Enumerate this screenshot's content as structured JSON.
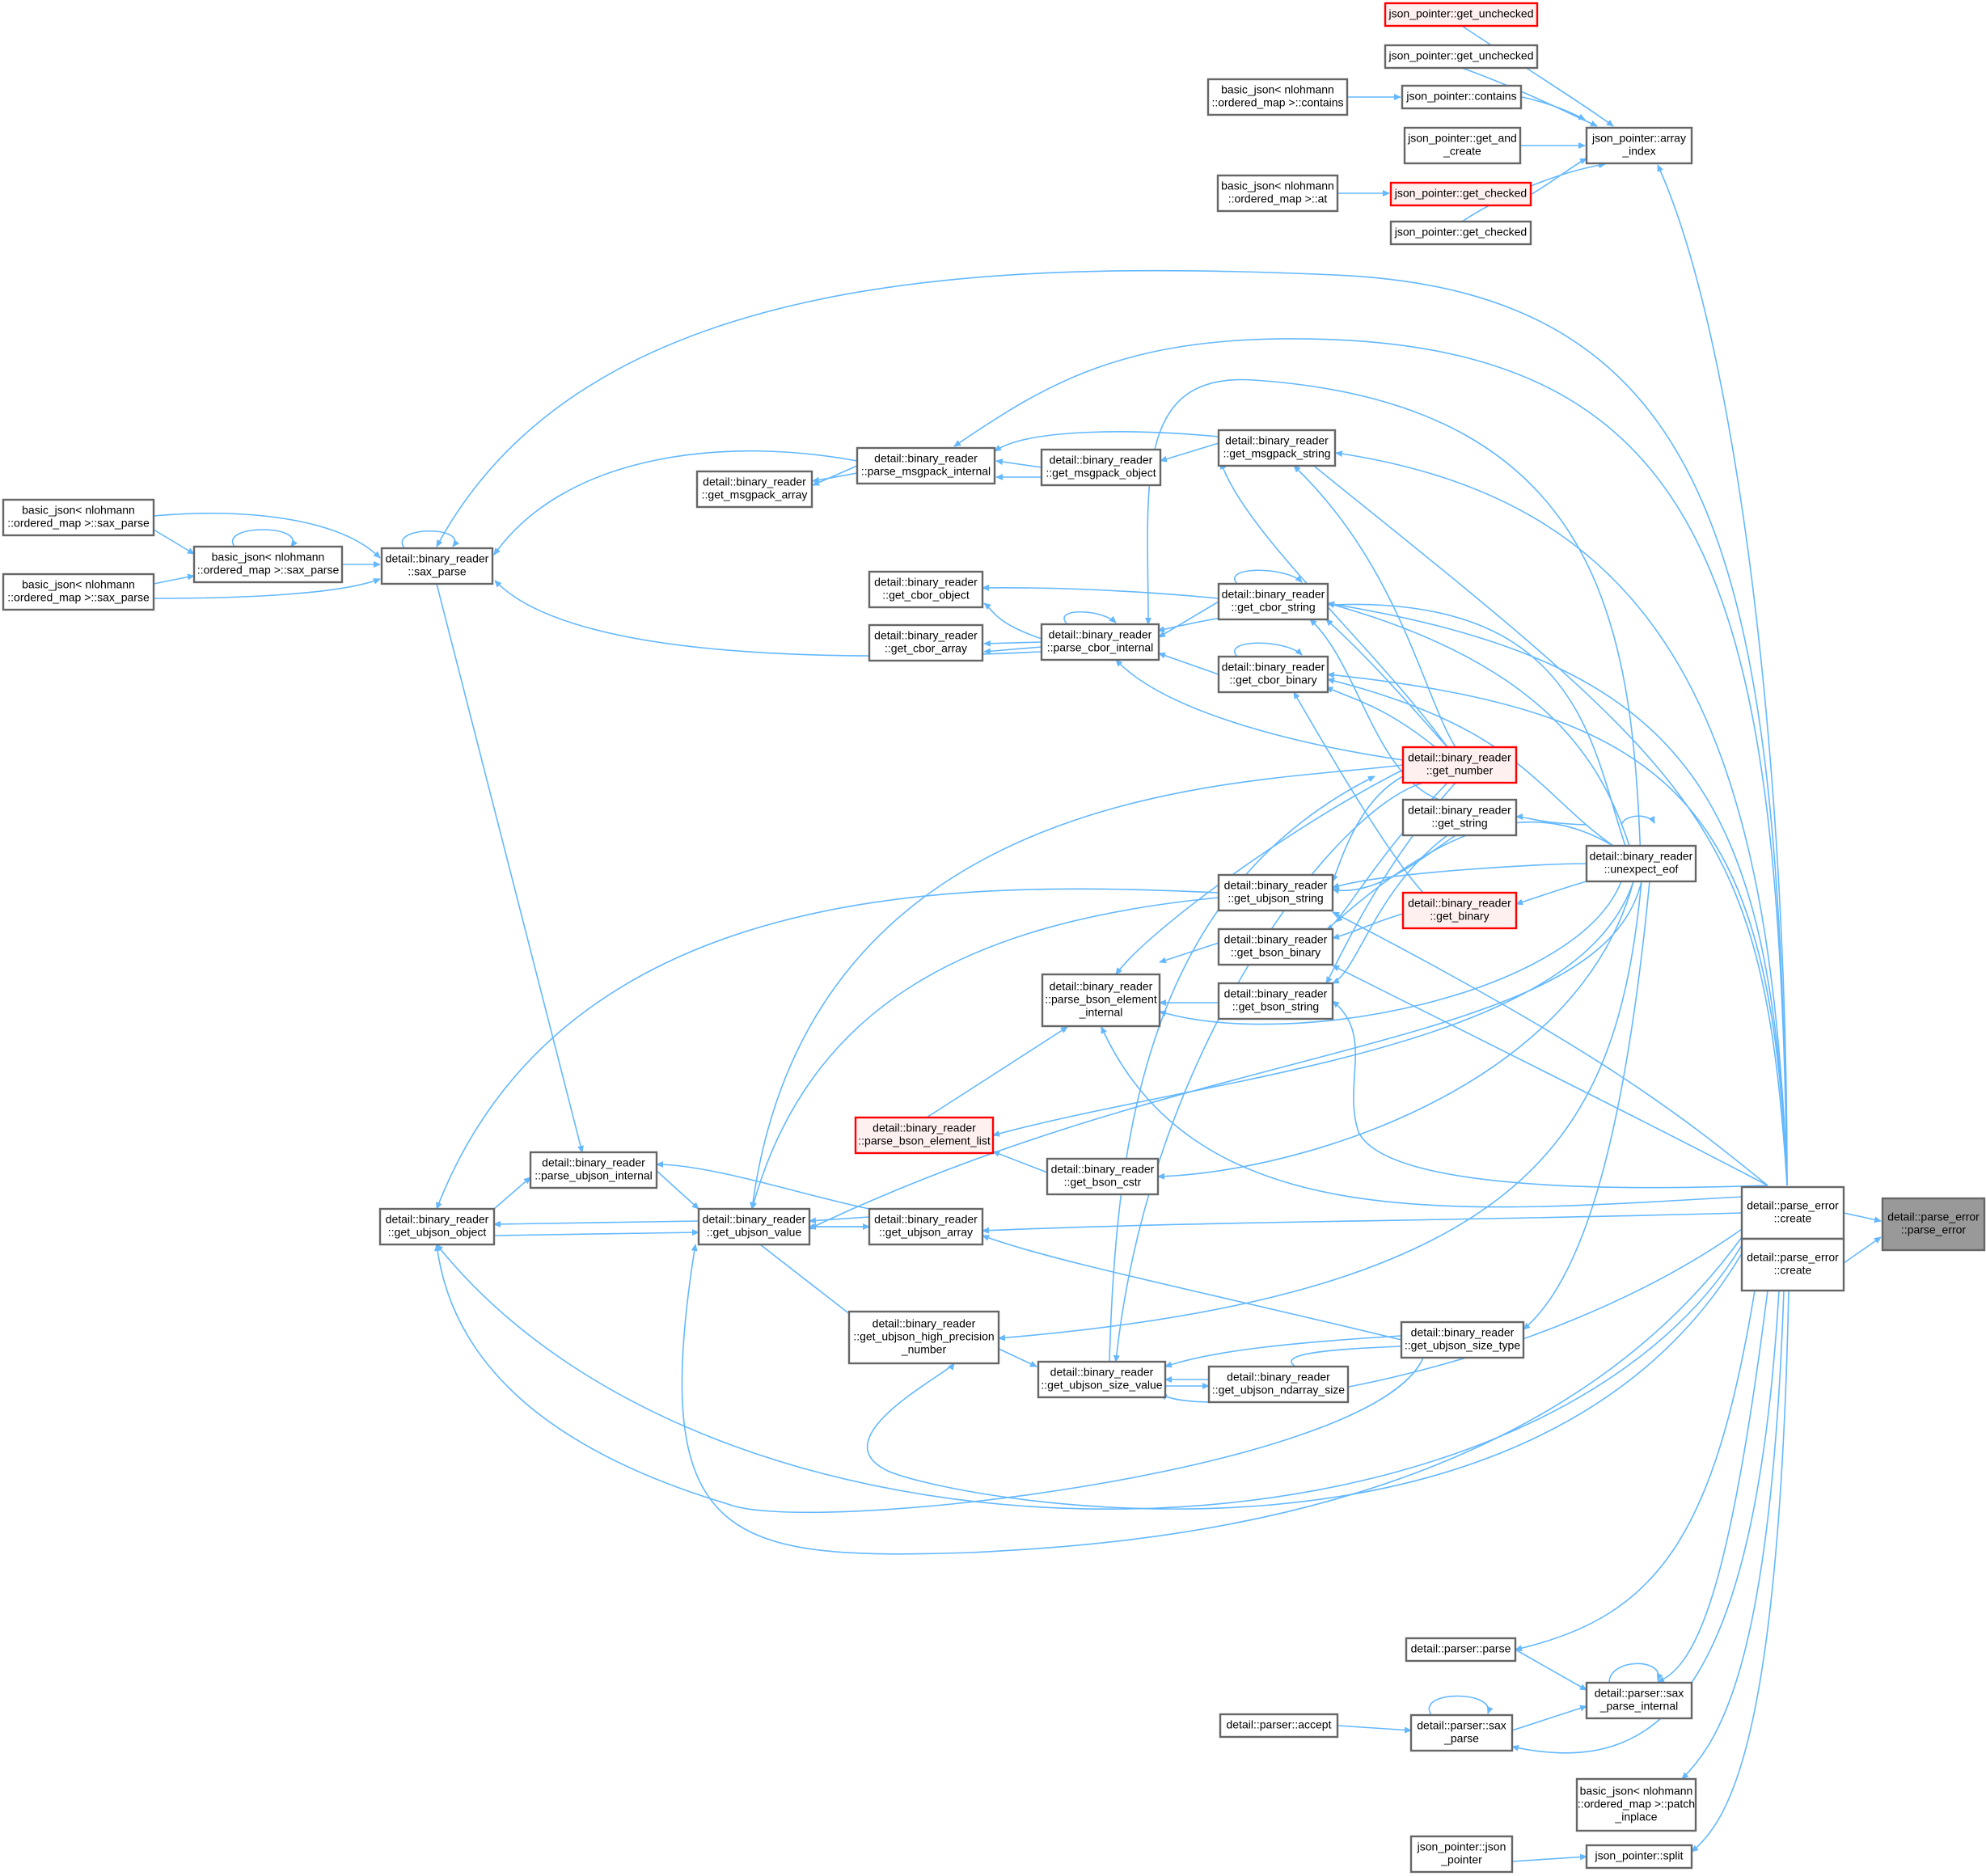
{
  "colors": {
    "edge": "#63b8ff",
    "node_border": "#666666",
    "node_fill": "#ffffff",
    "red_border": "#ff0000",
    "red_fill": "#fff0f0",
    "focus_fill": "#999999",
    "focus_border": "#666666"
  },
  "nodes": [
    {
      "id": "n_parse_error",
      "lines": [
        "detail::parse_error",
        "::parse_error"
      ],
      "style": "focus"
    },
    {
      "id": "n_pe_create1",
      "lines": [
        "detail::parse_error",
        "::create"
      ],
      "style": "normal"
    },
    {
      "id": "n_pe_create2",
      "lines": [
        "detail::parse_error",
        "::create"
      ],
      "style": "normal"
    },
    {
      "id": "n_jp_get_unchecked_red",
      "lines": [
        "json_pointer::get_unchecked"
      ],
      "style": "red"
    },
    {
      "id": "n_jp_get_unchecked",
      "lines": [
        "json_pointer::get_unchecked"
      ],
      "style": "normal"
    },
    {
      "id": "n_jp_contains",
      "lines": [
        "json_pointer::contains"
      ],
      "style": "normal"
    },
    {
      "id": "n_bj_contains",
      "lines": [
        "basic_json< nlohmann",
        "::ordered_map >::contains"
      ],
      "style": "normal"
    },
    {
      "id": "n_jp_get_and_create",
      "lines": [
        "json_pointer::get_and",
        "_create"
      ],
      "style": "normal"
    },
    {
      "id": "n_jp_get_checked_red",
      "lines": [
        "json_pointer::get_checked"
      ],
      "style": "red"
    },
    {
      "id": "n_bj_at",
      "lines": [
        "basic_json< nlohmann",
        "::ordered_map >::at"
      ],
      "style": "normal"
    },
    {
      "id": "n_jp_get_checked",
      "lines": [
        "json_pointer::get_checked"
      ],
      "style": "normal"
    },
    {
      "id": "n_jp_array_index",
      "lines": [
        "json_pointer::array",
        "_index"
      ],
      "style": "normal"
    },
    {
      "id": "n_get_msgpack_string",
      "lines": [
        "detail::binary_reader",
        "::get_msgpack_string"
      ],
      "style": "normal"
    },
    {
      "id": "n_get_msgpack_object",
      "lines": [
        "detail::binary_reader",
        "::get_msgpack_object"
      ],
      "style": "normal"
    },
    {
      "id": "n_parse_msgpack_internal",
      "lines": [
        "detail::binary_reader",
        "::parse_msgpack_internal"
      ],
      "style": "normal"
    },
    {
      "id": "n_get_msgpack_array",
      "lines": [
        "detail::binary_reader",
        "::get_msgpack_array"
      ],
      "style": "normal"
    },
    {
      "id": "n_sax_parse_br",
      "lines": [
        "detail::binary_reader",
        "::sax_parse"
      ],
      "style": "normal"
    },
    {
      "id": "n_bj_sax_parse_mid",
      "lines": [
        "basic_json< nlohmann",
        "::ordered_map >::sax_parse"
      ],
      "style": "normal"
    },
    {
      "id": "n_bj_sax_parse_top",
      "lines": [
        "basic_json< nlohmann",
        "::ordered_map >::sax_parse"
      ],
      "style": "normal"
    },
    {
      "id": "n_bj_sax_parse_bot",
      "lines": [
        "basic_json< nlohmann",
        "::ordered_map >::sax_parse"
      ],
      "style": "normal"
    },
    {
      "id": "n_get_cbor_string",
      "lines": [
        "detail::binary_reader",
        "::get_cbor_string"
      ],
      "style": "normal"
    },
    {
      "id": "n_get_cbor_object",
      "lines": [
        "detail::binary_reader",
        "::get_cbor_object"
      ],
      "style": "normal"
    },
    {
      "id": "n_parse_cbor_internal",
      "lines": [
        "detail::binary_reader",
        "::parse_cbor_internal"
      ],
      "style": "normal"
    },
    {
      "id": "n_get_cbor_array",
      "lines": [
        "detail::binary_reader",
        "::get_cbor_array"
      ],
      "style": "normal"
    },
    {
      "id": "n_get_cbor_binary",
      "lines": [
        "detail::binary_reader",
        "::get_cbor_binary"
      ],
      "style": "normal"
    },
    {
      "id": "n_get_number",
      "lines": [
        "detail::binary_reader",
        "::get_number"
      ],
      "style": "red"
    },
    {
      "id": "n_get_string",
      "lines": [
        "detail::binary_reader",
        "::get_string"
      ],
      "style": "normal"
    },
    {
      "id": "n_unexpect_eof",
      "lines": [
        "detail::binary_reader",
        "::unexpect_eof"
      ],
      "style": "normal"
    },
    {
      "id": "n_get_binary",
      "lines": [
        "detail::binary_reader",
        "::get_binary"
      ],
      "style": "red"
    },
    {
      "id": "n_get_ubjson_string",
      "lines": [
        "detail::binary_reader",
        "::get_ubjson_string"
      ],
      "style": "normal"
    },
    {
      "id": "n_get_bson_binary",
      "lines": [
        "detail::binary_reader",
        "::get_bson_binary"
      ],
      "style": "normal"
    },
    {
      "id": "n_get_bson_string",
      "lines": [
        "detail::binary_reader",
        "::get_bson_string"
      ],
      "style": "normal"
    },
    {
      "id": "n_parse_bson_element_internal",
      "lines": [
        "detail::binary_reader",
        "::parse_bson_element",
        "_internal"
      ],
      "style": "normal"
    },
    {
      "id": "n_parse_bson_element_list",
      "lines": [
        "detail::binary_reader",
        "::parse_bson_element_list"
      ],
      "style": "red"
    },
    {
      "id": "n_get_bson_cstr",
      "lines": [
        "detail::binary_reader",
        "::get_bson_cstr"
      ],
      "style": "normal"
    },
    {
      "id": "n_parse_ubjson_internal",
      "lines": [
        "detail::binary_reader",
        "::parse_ubjson_internal"
      ],
      "style": "normal"
    },
    {
      "id": "n_get_ubjson_object",
      "lines": [
        "detail::binary_reader",
        "::get_ubjson_object"
      ],
      "style": "normal"
    },
    {
      "id": "n_get_ubjson_value",
      "lines": [
        "detail::binary_reader",
        "::get_ubjson_value"
      ],
      "style": "normal"
    },
    {
      "id": "n_get_ubjson_array",
      "lines": [
        "detail::binary_reader",
        "::get_ubjson_array"
      ],
      "style": "normal"
    },
    {
      "id": "n_get_ubjson_high_precision",
      "lines": [
        "detail::binary_reader",
        "::get_ubjson_high_precision",
        "_number"
      ],
      "style": "normal"
    },
    {
      "id": "n_get_ubjson_size_type",
      "lines": [
        "detail::binary_reader",
        "::get_ubjson_size_type"
      ],
      "style": "normal"
    },
    {
      "id": "n_get_ubjson_size_value",
      "lines": [
        "detail::binary_reader",
        "::get_ubjson_size_value"
      ],
      "style": "normal"
    },
    {
      "id": "n_get_ubjson_ndarray_size",
      "lines": [
        "detail::binary_reader",
        "::get_ubjson_ndarray_size"
      ],
      "style": "normal"
    },
    {
      "id": "n_parser_parse",
      "lines": [
        "detail::parser::parse"
      ],
      "style": "normal"
    },
    {
      "id": "n_parser_sax_parse_internal",
      "lines": [
        "detail::parser::sax",
        "_parse_internal"
      ],
      "style": "normal"
    },
    {
      "id": "n_parser_sax_parse",
      "lines": [
        "detail::parser::sax",
        "_parse"
      ],
      "style": "normal"
    },
    {
      "id": "n_parser_accept",
      "lines": [
        "detail::parser::accept"
      ],
      "style": "normal"
    },
    {
      "id": "n_bj_patch_inplace",
      "lines": [
        "basic_json< nlohmann",
        "::ordered_map >::patch",
        "_inplace"
      ],
      "style": "normal"
    },
    {
      "id": "n_jp_split",
      "lines": [
        "json_pointer::split"
      ],
      "style": "normal"
    },
    {
      "id": "n_jp_json_pointer",
      "lines": [
        "json_pointer::json",
        "_pointer"
      ],
      "style": "normal"
    }
  ]
}
